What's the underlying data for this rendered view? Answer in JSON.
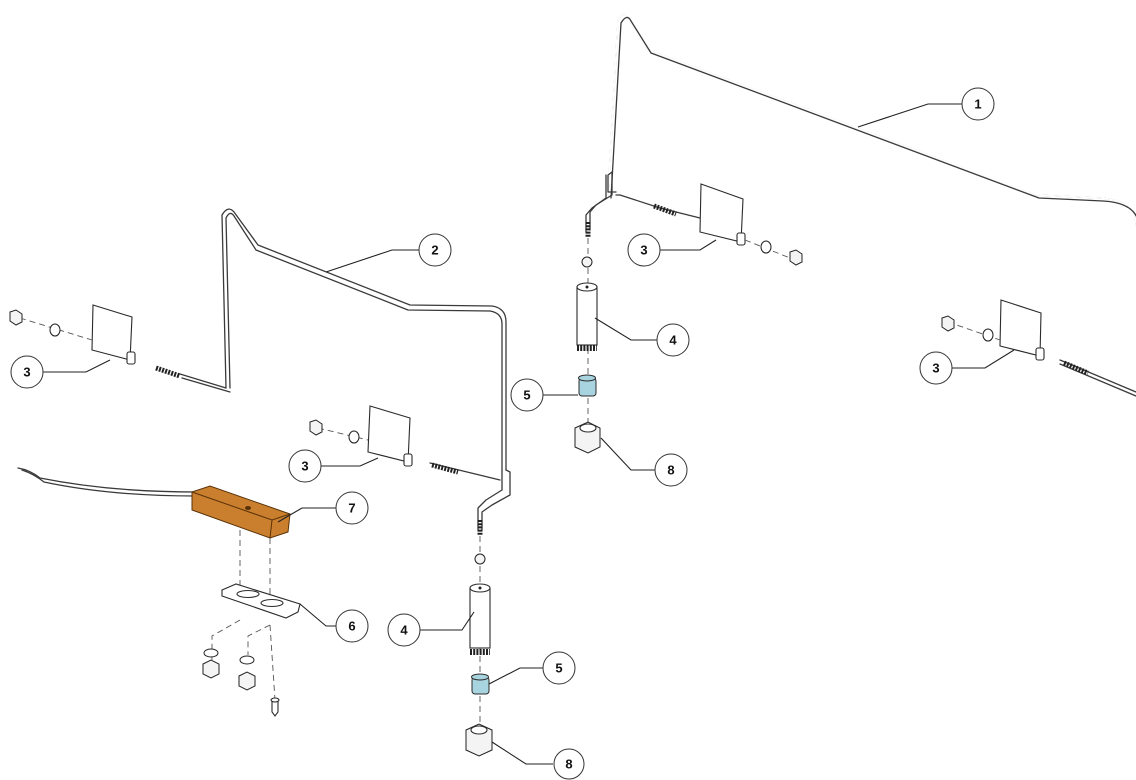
{
  "diagram": {
    "callouts": [
      {
        "id": "c1",
        "label": "1"
      },
      {
        "id": "c2",
        "label": "2"
      },
      {
        "id": "c3a",
        "label": "3"
      },
      {
        "id": "c3b",
        "label": "3"
      },
      {
        "id": "c3c",
        "label": "3"
      },
      {
        "id": "c3d",
        "label": "3"
      },
      {
        "id": "c4a",
        "label": "4"
      },
      {
        "id": "c4b",
        "label": "4"
      },
      {
        "id": "c5a",
        "label": "5"
      },
      {
        "id": "c5b",
        "label": "5"
      },
      {
        "id": "c6",
        "label": "6"
      },
      {
        "id": "c7",
        "label": "7"
      },
      {
        "id": "c8a",
        "label": "8"
      },
      {
        "id": "c8b",
        "label": "8"
      }
    ],
    "colors": {
      "line": "#2b2b2b",
      "bracket": "#c97f2d",
      "sleeve": "#a8d4df",
      "background": "#ffffff"
    }
  }
}
